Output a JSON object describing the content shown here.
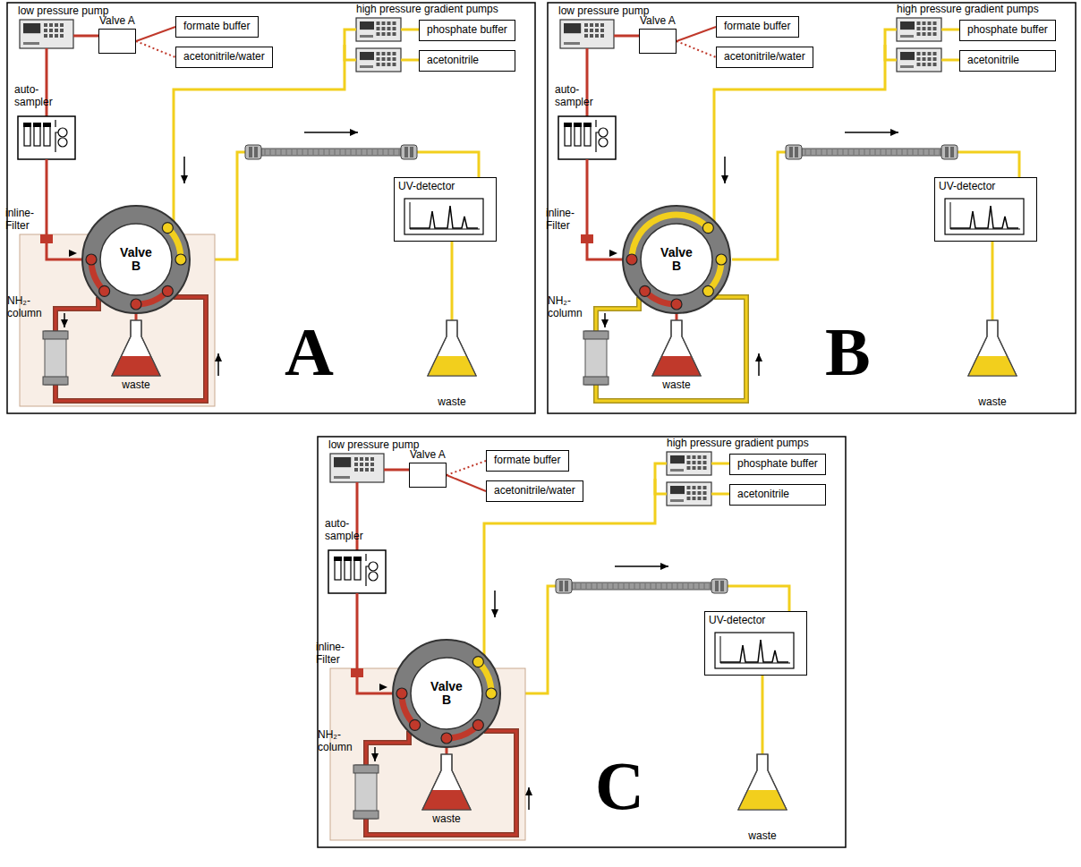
{
  "diagram": {
    "nodes": [
      {
        "text": [
          "Valve A"
        ]
      },
      {
        "text": [
          "formate buffer"
        ]
      },
      {
        "text": [
          "acetonitrile/water"
        ]
      },
      {
        "text": [
          "phosphate buffer"
        ]
      },
      {
        "text": [
          "acetonitrile"
        ]
      },
      {
        "text": [
          "Valve B"
        ]
      },
      {
        "text": [
          "UV-detector"
        ]
      },
      {
        "text": [
          "Valve A"
        ]
      },
      {
        "text": [
          "formate buffer"
        ]
      },
      {
        "text": [
          "acetonitrile/water"
        ]
      },
      {
        "text": [
          "phosphate buffer"
        ]
      },
      {
        "text": [
          "acetonitrile"
        ]
      },
      {
        "text": [
          "Valve B"
        ]
      },
      {
        "text": [
          "UV-detector"
        ]
      },
      {
        "text": [
          "Valve A"
        ]
      },
      {
        "text": [
          "formate buffer"
        ]
      },
      {
        "text": [
          "acetonitrile/water"
        ]
      },
      {
        "text": [
          "phosphate buffer"
        ]
      },
      {
        "text": [
          "acetonitrile"
        ]
      },
      {
        "text": [
          "Valve B"
        ]
      },
      {
        "text": [
          "UV-detector"
        ]
      }
    ],
    "edges": [
      {
        "from": 0,
        "to": 1,
        "arrow": "none"
      },
      {
        "from": 0,
        "to": 2,
        "arrow": "none"
      },
      {
        "from": 5,
        "to": 6,
        "arrow": "none"
      },
      {
        "from": 7,
        "to": 8,
        "arrow": "none"
      },
      {
        "from": 7,
        "to": 9,
        "arrow": "none"
      },
      {
        "from": 12,
        "to": 13,
        "arrow": "none"
      },
      {
        "from": 14,
        "to": 15,
        "arrow": "none"
      },
      {
        "from": 14,
        "to": 16,
        "arrow": "none"
      },
      {
        "from": 19,
        "to": 20,
        "arrow": "none"
      }
    ],
    "labels": [
      "low pressure pump",
      "high pressure gradient pumps",
      "auto-sampler",
      "inline-Filter",
      "NH₂-column",
      "waste",
      "waste",
      "A",
      "low pressure pump",
      "high pressure gradient pumps",
      "auto-sampler",
      "inline-Filter",
      "NH₂-column",
      "waste",
      "waste",
      "B",
      "low pressure pump",
      "high pressure gradient pumps",
      "auto-sampler",
      "inline-Filter",
      "NH₂-column",
      "waste",
      "waste",
      "C"
    ]
  }
}
